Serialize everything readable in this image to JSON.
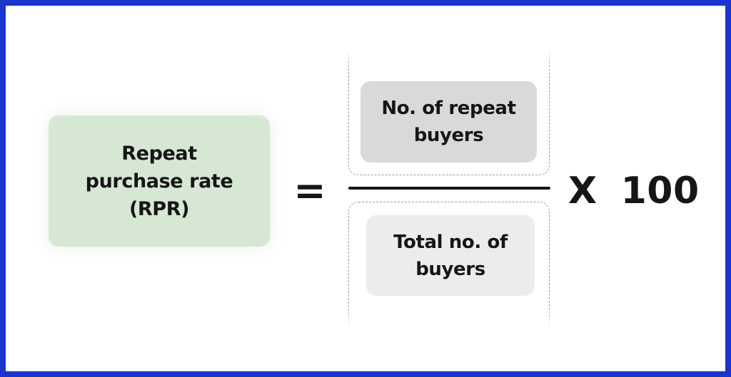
{
  "formula": {
    "lhs": {
      "lines": [
        "Repeat",
        "purchase rate",
        "(RPR)"
      ]
    },
    "equals_sign": "=",
    "numerator": {
      "lines": [
        "No. of repeat",
        "buyers"
      ]
    },
    "denominator": {
      "lines": [
        "Total no. of",
        "buyers"
      ]
    },
    "multiply_symbol": "X",
    "multiplier_value": "100"
  },
  "colors": {
    "frame_border": "#1c35cb",
    "background": "#ffffff",
    "lhs_box_bg": "#d6e8d4",
    "numerator_box_bg": "#d9d9d9",
    "denominator_box_bg": "#ececec",
    "fraction_bar": "#141414",
    "dashed_guide": "#9b9b9b",
    "text": "#161616"
  }
}
